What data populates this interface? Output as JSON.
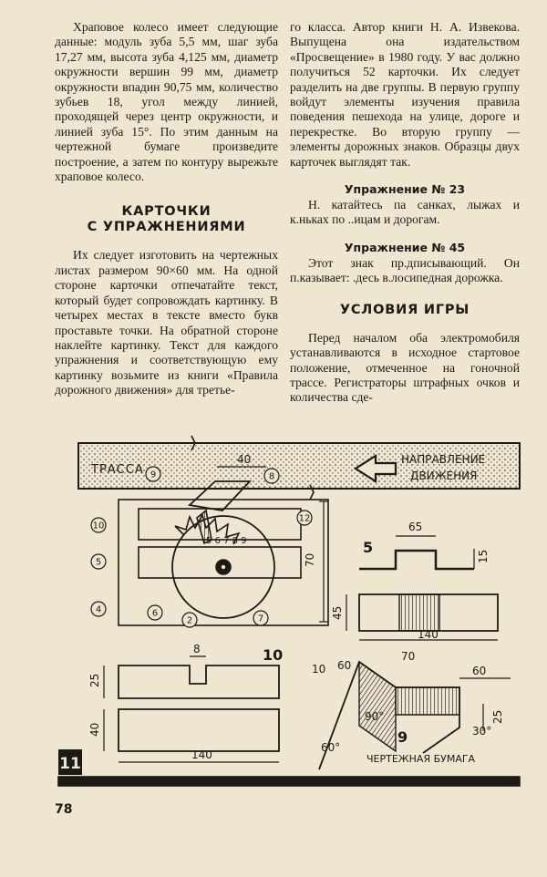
{
  "page": {
    "number": "78"
  },
  "left_column": {
    "intro": "Храповое колесо имеет следующие данные: модуль зуба 5,5 мм, шаг зуба 17,27 мм, высота зуба 4,125 мм, диаметр окружности вершин 99 мм, диаметр окружности впадин 90,75 мм, количество зубьев 18, угол между линией, проходящей через центр окружности, и линией зуба 15°. По этим данным на чертежной бумаге произведите построение, а затем по контуру вырежьте храповое колесо.",
    "heading_line1": "КАРТОЧКИ",
    "heading_line2": "С УПРАЖНЕНИЯМИ",
    "cards_text": "Их следует изготовить на чертежных листах размером 90×60 мм. На одной стороне карточки отпечатайте текст, который будет сопровождать картинку. В четырех местах в тексте вместо букв проставьте точки. На обратной стороне наклейте картинку. Текст для каждого упражнения и соответствующую ему картинку возьмите из книги «Правила дорожного движения» для третье-"
  },
  "right_column": {
    "continuation": "го класса. Автор книги Н. А. Извекова. Выпущена она издательством «Просвещение» в 1980 году. У вас должно получиться 52 карточки. Их следует разделить на две группы. В первую группу войдут элементы изучения правила поведения пешехода на улице, дороге и перекрестке. Во вторую группу — элементы дорожных знаков. Образцы двух карточек выглядят так.",
    "exercise_23_title": "Упражнение № 23",
    "exercise_23_text": "Н. катайтесь па санках, лыжах и к.ньках по ..ицам и дорогам.",
    "exercise_45_title": "Упражнение № 45",
    "exercise_45_text": "Этот знак пр.дписывающий. Он п.казывает: .десь в.лосипедная дорожка.",
    "games_heading": "УСЛОВИЯ ИГРЫ",
    "games_text": "Перед началом оба электромобиля устанавливаются в исходное стартовое положение, отмеченное на гоночной трассе. Регистраторы штрафных очков и количества сде-"
  },
  "figure": {
    "number": "11",
    "track_label": "ТРАССА",
    "direction_line1": "НАПРАВЛЕНИЕ",
    "direction_line2": "ДВИЖЕНИЯ",
    "paper_label": "ЧЕРТЕЖНАЯ БУМАГА",
    "callouts": [
      "9",
      "8",
      "10",
      "5",
      "4",
      "6",
      "2",
      "7",
      "12"
    ],
    "wheel_digits": "5 6 7 8 9",
    "dim_40_top": "40",
    "dim_70": "70",
    "part5_label": "5",
    "dim_65": "65",
    "dim_15": "15",
    "dim_45": "45",
    "dim_140_mid": "140",
    "dim_8": "8",
    "part10_label": "10",
    "dim_25_left": "25",
    "dim_40_left": "40",
    "dim_140_bottom": "140",
    "dim_10": "10",
    "dim_60_a": "60",
    "dim_70_b": "70",
    "dim_60_b": "60",
    "dim_90deg": "90°",
    "dim_25_right": "25",
    "dim_30deg": "30°",
    "dim_60deg": "60°",
    "part9_label": "9"
  }
}
